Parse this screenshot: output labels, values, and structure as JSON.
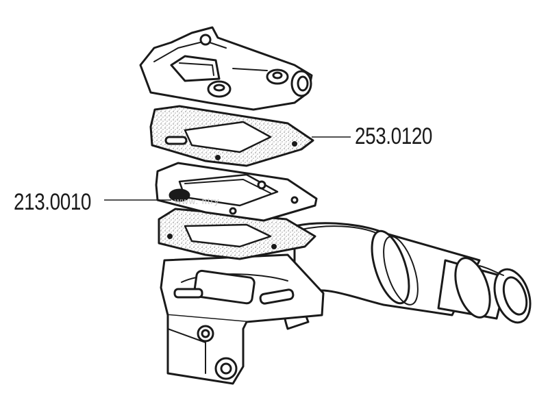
{
  "callouts": [
    {
      "id": "upper-gasket",
      "part_number": "253.0120"
    },
    {
      "id": "reed-valve",
      "part_number": "213.0010"
    }
  ],
  "watermark": "www.       ntry",
  "colors": {
    "ink": "#1a1a1a",
    "paper": "#ffffff",
    "speckle": "#6b6b6b"
  }
}
